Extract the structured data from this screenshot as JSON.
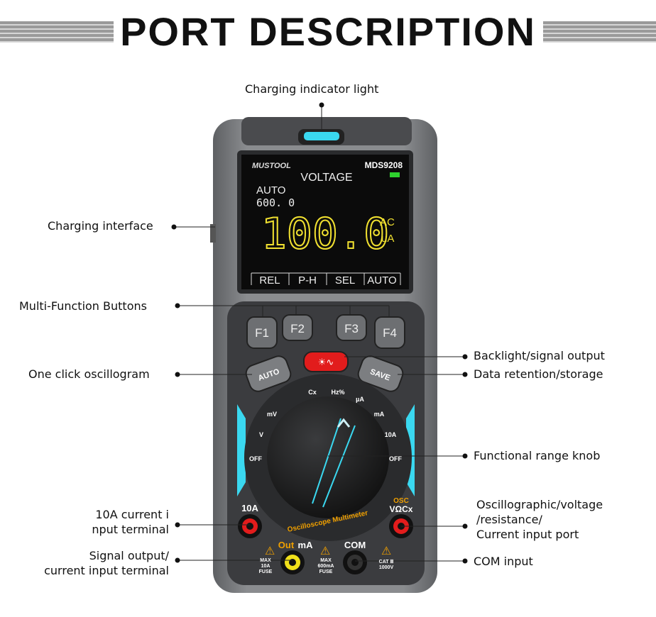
{
  "title": "PORT DESCRIPTION",
  "callouts": {
    "charging_light": "Charging indicator light",
    "charging_interface": "Charging interface",
    "multi_buttons": "Multi-Function Buttons",
    "oscillogram": "One click oscillogram",
    "backlight": "Backlight/signal output",
    "data_retention": "Data retention/storage",
    "range_knob": "Functional range knob",
    "osc_port": [
      "Oscillographic/voltage",
      "/resistance/",
      "Current input port"
    ],
    "com_input": "COM input",
    "ten_a": [
      "10A current i",
      "nput terminal"
    ],
    "signal_output": [
      "Signal output/",
      "current input terminal"
    ]
  },
  "device": {
    "brand": "MUSTOOL",
    "model": "MDS9208",
    "screen": {
      "mode": "VOLTAGE",
      "range_mode": "AUTO",
      "range": "600. 0",
      "reading": "100.0",
      "unit_type": "AC",
      "unit": "uA",
      "softkeys": [
        "REL",
        "P-H",
        "SEL",
        "AUTO"
      ]
    },
    "buttons": [
      "F1",
      "F2",
      "F3",
      "F4"
    ],
    "auto_button": "AUTO",
    "save_button": "SAVE",
    "dial_positions": [
      "OFF",
      "V",
      "mV",
      "Cx",
      "Hz%",
      "µA",
      "mA",
      "10A",
      "OFF"
    ],
    "dial_text": "Oscilloscope Multimeter",
    "terminals": {
      "ten_a": "10A",
      "osc_top": "OSC",
      "osc": "VΩCx",
      "out": "Out",
      "ma": "mA",
      "com": "COM",
      "fuse1": [
        "MAX",
        "10A",
        "FUSE"
      ],
      "fuse2": [
        "MAX",
        "600mA",
        "FUSE"
      ],
      "cat": [
        "CAT Ⅲ",
        "1000V"
      ]
    },
    "colors": {
      "body": "#77797c",
      "accent": "#3ad8f0",
      "display": "#f0e030",
      "backlight": "#e21c1c"
    }
  }
}
